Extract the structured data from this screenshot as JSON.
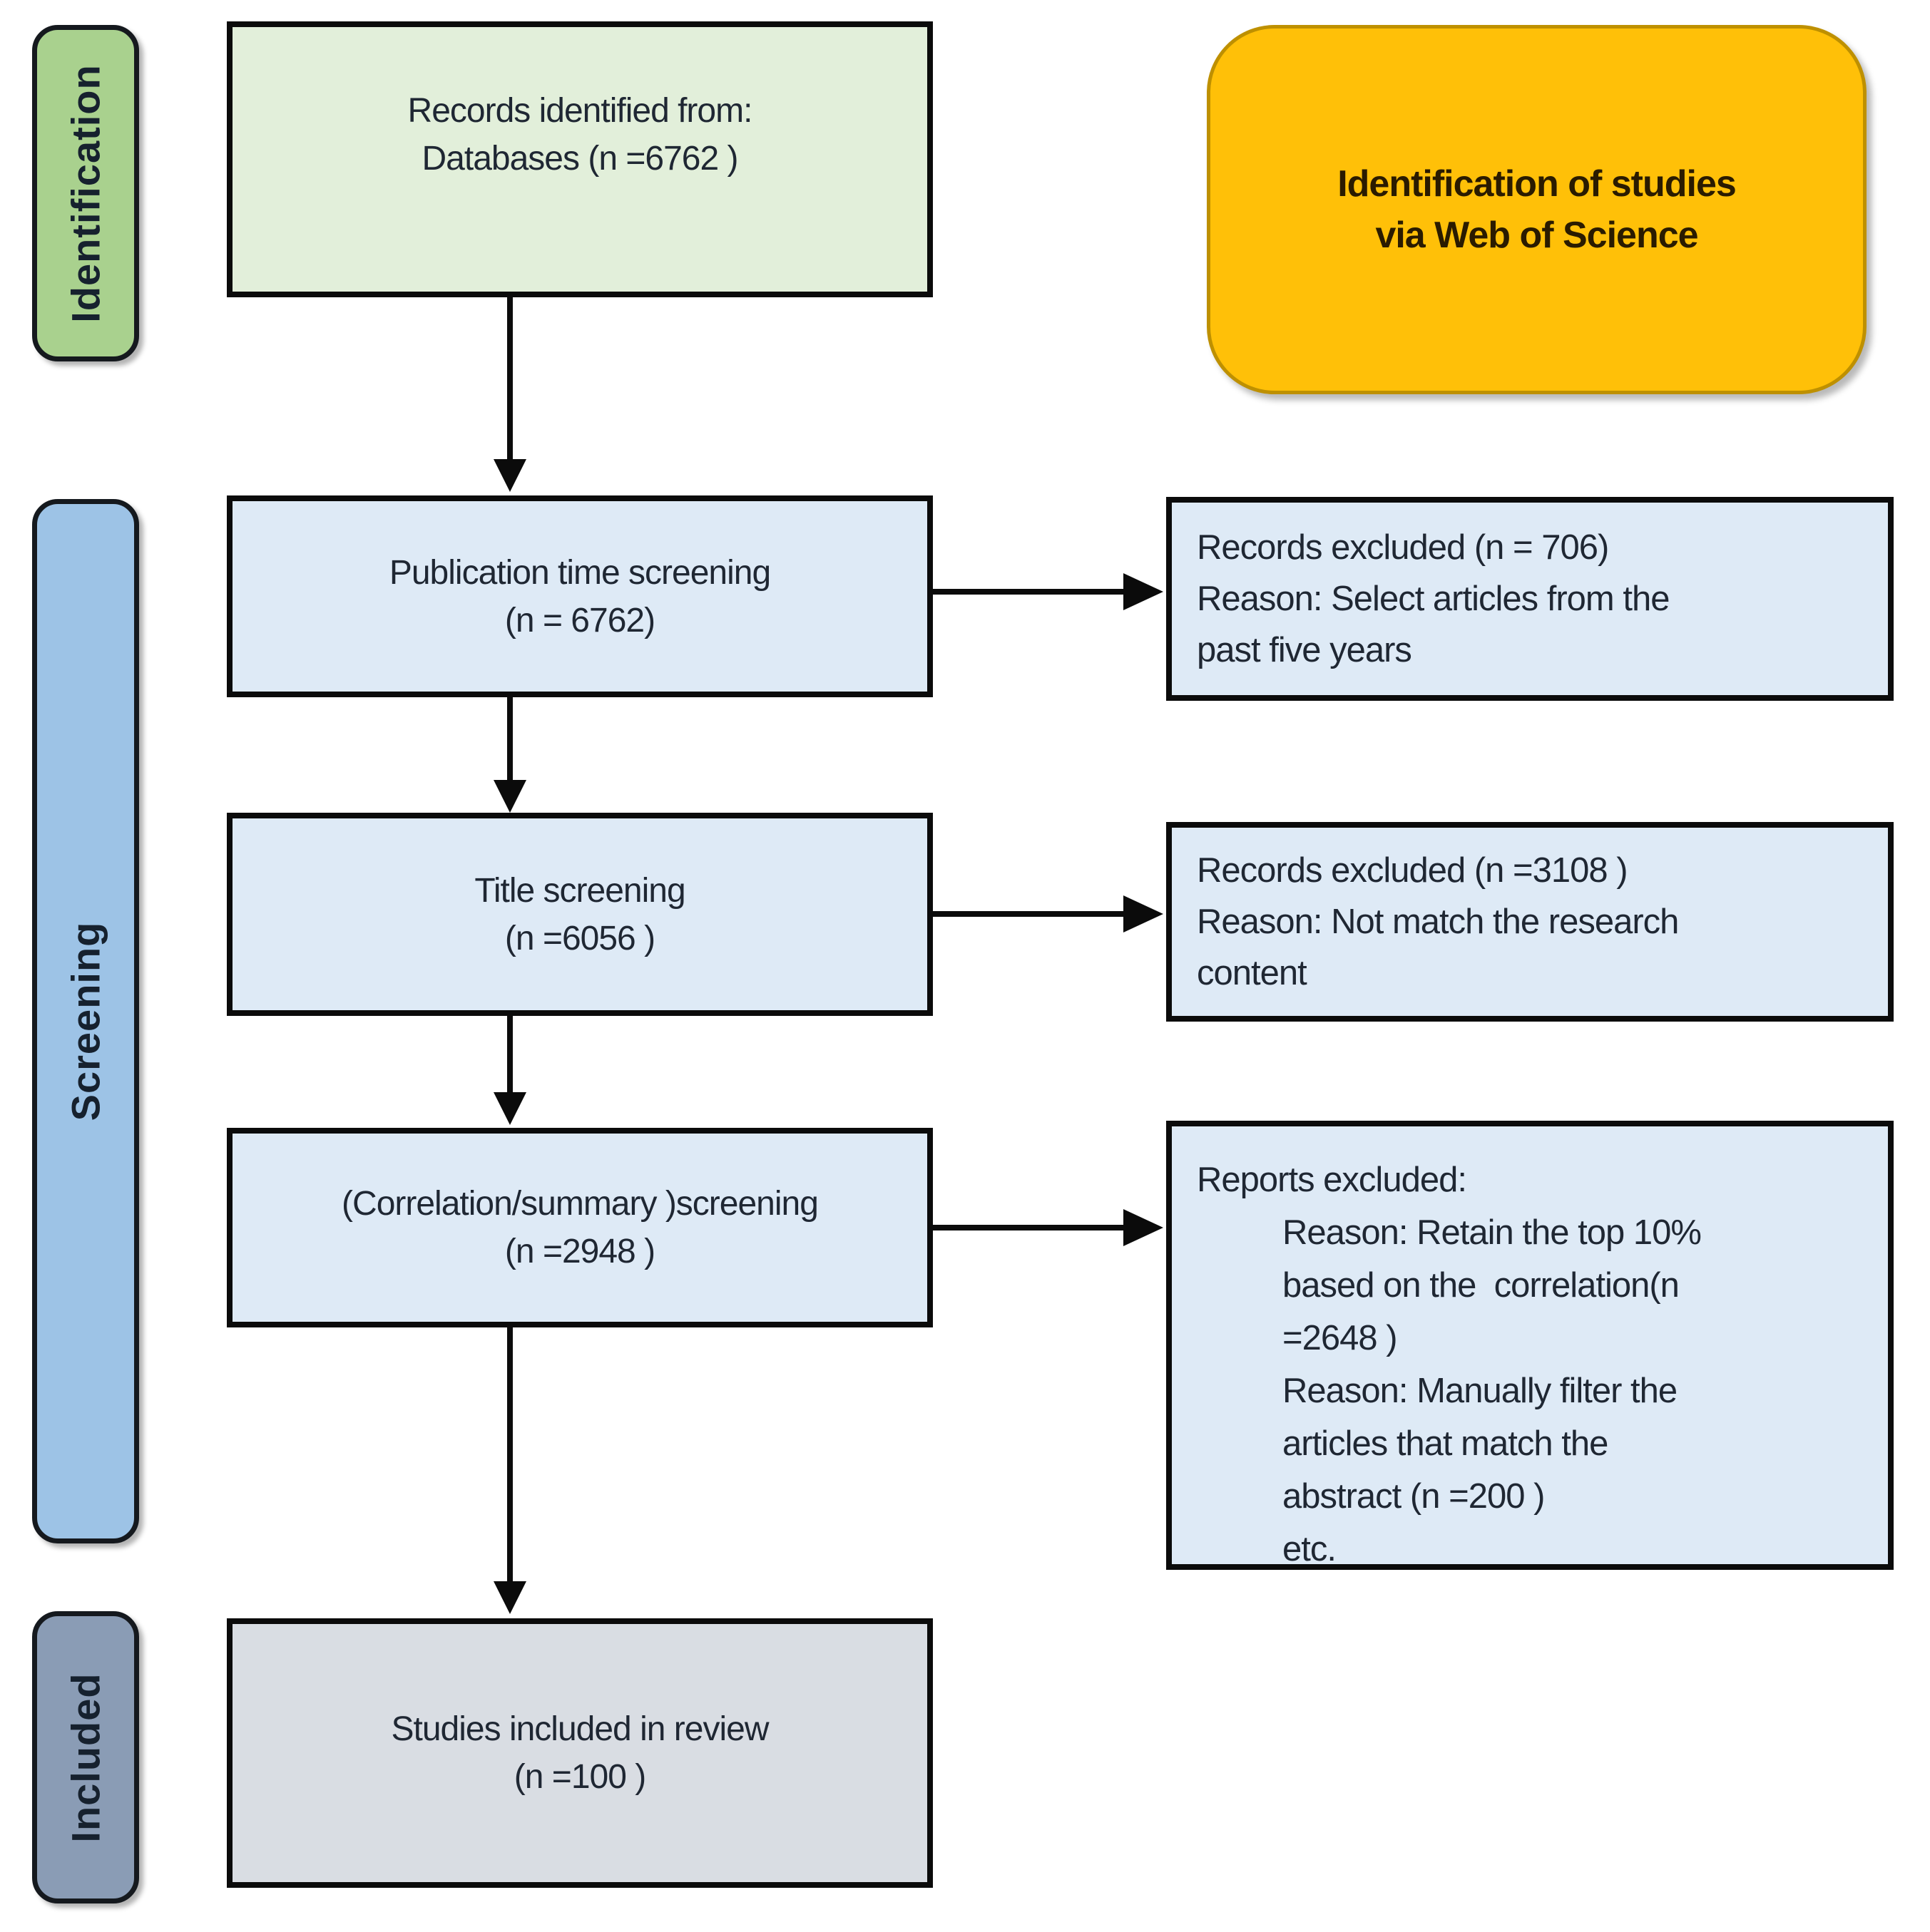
{
  "banner": {
    "line1": "Identification of studies",
    "line2": "via Web of Science"
  },
  "stages": {
    "identification": {
      "label": "Identification"
    },
    "screening": {
      "label": "Screening"
    },
    "included": {
      "label": "Included"
    }
  },
  "flow": {
    "records_identified": {
      "line1": "Records identified from:",
      "line2": "Databases (n =6762 )"
    },
    "publication_time_screening": {
      "line1": "Publication time screening",
      "line2": "(n = 6762)"
    },
    "title_screening": {
      "line1": "Title screening",
      "line2": "(n =6056 )"
    },
    "correlation_screening": {
      "line1": "(Correlation/summary )screening",
      "line2": "(n =2948 )"
    },
    "studies_included": {
      "line1": "Studies included in review",
      "line2": "(n =100 )"
    }
  },
  "exclusions": {
    "records_excluded_1": {
      "line1": "Records excluded (n = 706)",
      "line2": "Reason: Select articles from the",
      "line3": "past five years"
    },
    "records_excluded_2": {
      "line1": "Records excluded (n =3108 )",
      "line2": "Reason: Not match the research",
      "line3": "content"
    },
    "reports_excluded": {
      "heading": "Reports excluded:",
      "line1": "Reason: Retain the top 10%",
      "line2": "based on the  correlation(n",
      "line3": "=2648 )",
      "line4": "Reason: Manually filter the",
      "line5": "articles that match the",
      "line6": "abstract (n =200 )",
      "line7": "etc."
    }
  },
  "colors": {
    "identification_pill_fill": "#A9D18E",
    "screening_pill_fill": "#9DC3E6",
    "included_pill_fill": "#8A9CB5",
    "records_box_fill": "#E2EFDA",
    "screening_box_fill": "#DEEAF6",
    "included_box_fill": "#D9DDE3",
    "banner_fill": "#FFC008",
    "banner_border": "#BE9000",
    "box_border": "#0B0B0B",
    "text": "#1F2733"
  }
}
